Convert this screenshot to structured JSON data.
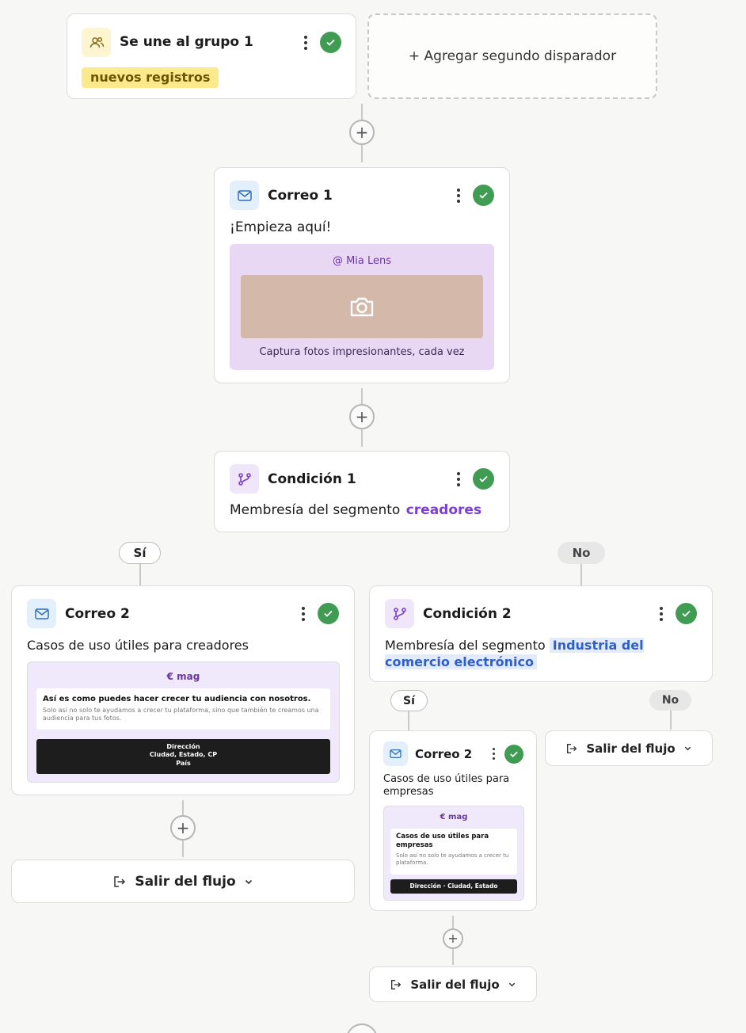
{
  "trigger": {
    "title": "Se une al grupo 1",
    "tag": "nuevos registros",
    "add_second": "+ Agregar segundo disparador"
  },
  "email1": {
    "title": "Correo 1",
    "subject": "¡Empieza aquí!",
    "preview_brand": "@ Mia Lens",
    "preview_caption": "Captura fotos impresionantes, cada vez"
  },
  "condition1": {
    "title": "Condición 1",
    "text": "Membresía del segmento",
    "segment": "creadores"
  },
  "branch_labels": {
    "yes": "Sí",
    "no": "No"
  },
  "email2_left": {
    "title": "Correo 2",
    "subject": "Casos de uso útiles para creadores",
    "preview_brand": "€ mag",
    "preview_heading": "Así es como puedes hacer crecer tu audiencia con nosotros.",
    "preview_body": "Solo así no solo te ayudamos a crecer tu plataforma, sino que también te creamos una audiencia para tus fotos.",
    "footer_line1": "Dirección",
    "footer_line2": "Ciudad, Estado, CP",
    "footer_line3": "País"
  },
  "condition2": {
    "title": "Condición 2",
    "text": "Membresía del segmento",
    "segment": "Industria del comercio electrónico"
  },
  "email2_right": {
    "title": "Correo 2",
    "subject": "Casos de uso útiles para empresas",
    "preview_brand": "€ mag",
    "preview_heading": "Casos de uso útiles para empresas",
    "preview_body": "Solo así no solo te ayudamos a crecer tu plataforma.",
    "footer": "Dirección · Ciudad, Estado"
  },
  "exit_label": "Salir del flujo",
  "colors": {
    "check_green": "#3f9c52",
    "tag_yellow": "#fbe98c",
    "segment_purple": "#7b3fd0",
    "segment_blue": "#2f5fc8"
  }
}
